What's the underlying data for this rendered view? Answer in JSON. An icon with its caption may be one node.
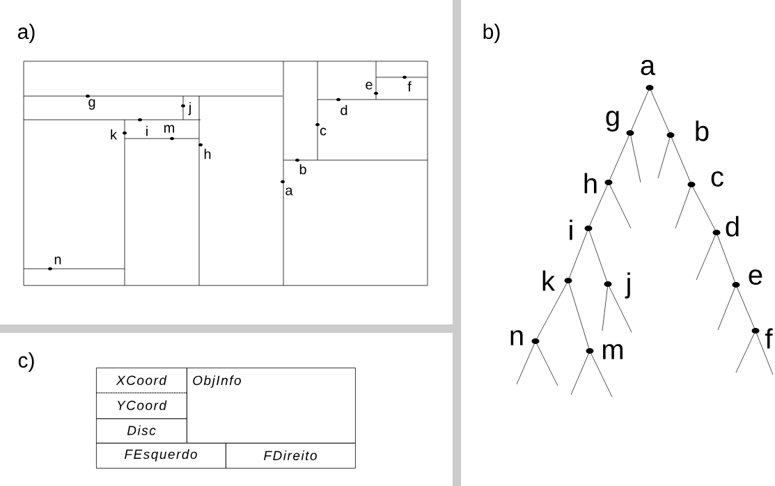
{
  "diagram": {
    "nodes": [
      {
        "text": [
          "a"
        ]
      },
      {
        "text": [
          "g"
        ]
      },
      {
        "text": [
          "b"
        ]
      },
      {
        "text": [
          "h"
        ]
      },
      {
        "text": [
          "c"
        ]
      },
      {
        "text": [
          "i"
        ]
      },
      {
        "text": [
          "d"
        ]
      },
      {
        "text": [
          "k"
        ]
      },
      {
        "text": [
          "j"
        ]
      },
      {
        "text": [
          "e"
        ]
      },
      {
        "text": [
          "n"
        ]
      },
      {
        "text": [
          "m"
        ]
      },
      {
        "text": [
          "f"
        ]
      },
      {
        "text": [
          "XCoord"
        ]
      },
      {
        "text": [
          "ObjInfo"
        ]
      },
      {
        "text": [
          "YCoord"
        ]
      },
      {
        "text": [
          "Disc"
        ]
      },
      {
        "text": [
          "FEsquerdo"
        ]
      },
      {
        "text": [
          "FDireito"
        ]
      }
    ],
    "edges": [
      {
        "from": 0,
        "to": 1,
        "arrow": "none"
      },
      {
        "from": 0,
        "to": 2,
        "arrow": "none"
      },
      {
        "from": 1,
        "to": 3,
        "arrow": "none"
      },
      {
        "from": 1,
        "to": null,
        "arrow": "none"
      },
      {
        "from": 2,
        "to": null,
        "arrow": "none"
      },
      {
        "from": 2,
        "to": 4,
        "arrow": "none"
      },
      {
        "from": 3,
        "to": 5,
        "arrow": "none"
      },
      {
        "from": 3,
        "to": null,
        "arrow": "none"
      },
      {
        "from": 4,
        "to": null,
        "arrow": "none"
      },
      {
        "from": 4,
        "to": 6,
        "arrow": "none"
      },
      {
        "from": 5,
        "to": 7,
        "arrow": "none"
      },
      {
        "from": 5,
        "to": 8,
        "arrow": "none"
      },
      {
        "from": 6,
        "to": null,
        "arrow": "none"
      },
      {
        "from": 6,
        "to": 9,
        "arrow": "none"
      },
      {
        "from": 7,
        "to": 10,
        "arrow": "none"
      },
      {
        "from": 7,
        "to": 11,
        "arrow": "none"
      },
      {
        "from": 8,
        "to": null,
        "arrow": "none"
      },
      {
        "from": 8,
        "to": null,
        "arrow": "none"
      },
      {
        "from": 9,
        "to": null,
        "arrow": "none"
      },
      {
        "from": 9,
        "to": 12,
        "arrow": "none"
      },
      {
        "from": 10,
        "to": null,
        "arrow": "none"
      },
      {
        "from": 10,
        "to": null,
        "arrow": "none"
      },
      {
        "from": 11,
        "to": null,
        "arrow": "none"
      },
      {
        "from": 11,
        "to": null,
        "arrow": "none"
      },
      {
        "from": 12,
        "to": null,
        "arrow": "none"
      },
      {
        "from": 12,
        "to": null,
        "arrow": "none"
      }
    ],
    "labels": [
      "a)",
      "b)",
      "e",
      "f",
      "g",
      "j",
      "d",
      "m",
      "i",
      "c",
      "k",
      "h",
      "b",
      "a",
      "n",
      "c)"
    ]
  }
}
